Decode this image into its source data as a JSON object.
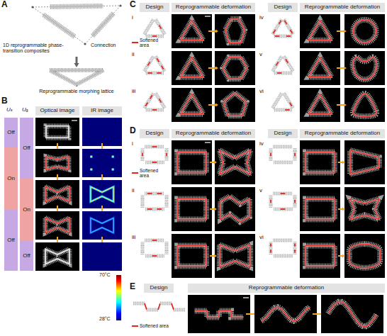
{
  "diagram": {
    "nodes": [
      {
        "text": [
          "Off"
        ]
      },
      {
        "text": [
          "On"
        ]
      },
      {
        "text": [
          "Off"
        ]
      },
      {
        "text": [
          "Off"
        ]
      },
      {
        "text": [
          "On"
        ]
      },
      {
        "text": [
          "Off"
        ]
      },
      {
        "text": [
          "Optical image"
        ]
      },
      {
        "text": [
          "IR image"
        ]
      },
      {
        "text": [
          "Design"
        ]
      },
      {
        "text": [
          "Reprogrammable deformation"
        ]
      },
      {
        "text": [
          "Design"
        ]
      },
      {
        "text": [
          "Reprogrammable deformation"
        ]
      },
      {
        "text": [
          "Design"
        ]
      },
      {
        "text": [
          "Reprogrammable deformation"
        ]
      },
      {
        "text": [
          "Design"
        ]
      },
      {
        "text": [
          "Reprogrammable deformation"
        ]
      },
      {
        "text": [
          "Design"
        ]
      },
      {
        "text": [
          "Reprogrammable deformation"
        ]
      }
    ],
    "labels": [
      "A",
      "1D reprogrammable phase-transition composites",
      "Connection",
      "Reprogrammable morphing lattice",
      "B",
      "Uₛ",
      "Uₐ",
      "70°C",
      "28°C",
      "C",
      "i",
      "ii",
      "iii",
      "iv",
      "v",
      "vi",
      "D",
      "i",
      "ii",
      "iii",
      "iv",
      "v",
      "vi",
      "E"
    ],
    "legend": [
      {
        "text": "Softened area"
      },
      {
        "text": "Softened area"
      },
      {
        "text": "Softened area"
      }
    ]
  }
}
